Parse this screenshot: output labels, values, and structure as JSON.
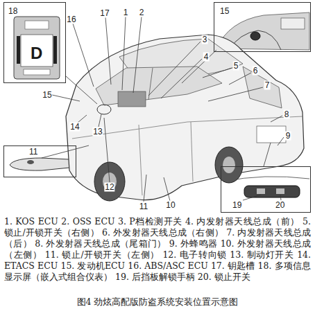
{
  "diagram": {
    "caption": "图4 劲炫高配版防盗系统安装位置示意图",
    "nodes": [
      {
        "text": [
          "18",
          "D"
        ]
      },
      {
        "text": [
          "15"
        ]
      },
      {
        "text": [
          "11"
        ]
      },
      {
        "text": [
          "19",
          "20"
        ]
      }
    ],
    "labels": [
      "16",
      "17",
      "1",
      "2",
      "3",
      "4",
      "5",
      "6",
      "7",
      "8",
      "9",
      "10",
      "11",
      "12",
      "13",
      "14",
      "15",
      "1. KOS ECU",
      "2. OSS ECU",
      "3. P档检测开关",
      "4. 内发射器天线总成（前）",
      "5. 锁止/开锁开关（右侧）",
      "6. 外发射器天线总成（右侧）",
      "7. 内发射器天线总成（后）",
      "8. 外发射器天线总成（尾箱门）",
      "9. 外蜂鸣器",
      "10. 外发射器天线总成（左侧）",
      "11. 锁止/开锁开关（左侧）",
      "12. 电子转向锁",
      "13. 制动灯开关",
      "14. ETACS ECU",
      "15. 发动机ECU",
      "16. ABS/ASC ECU",
      "17. 钥匙槽",
      "18. 多项信息显示屏（嵌入式组合仪表）",
      "19. 后挡板解锁手柄",
      "20. 锁止开关"
    ]
  }
}
